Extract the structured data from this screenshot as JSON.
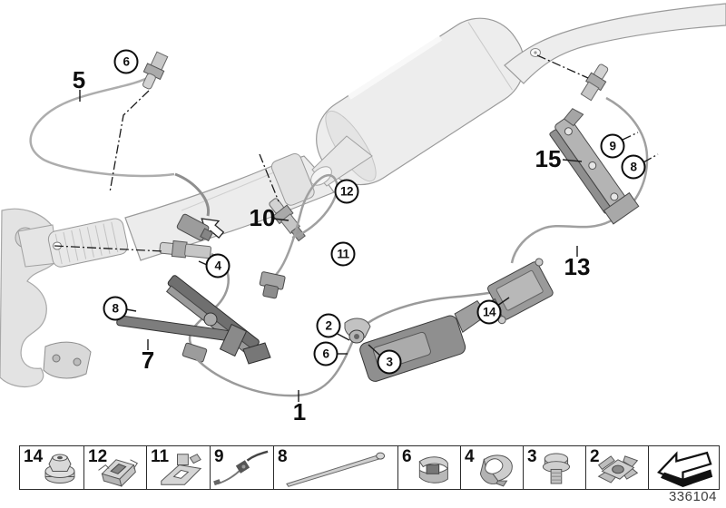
{
  "diagram": {
    "callouts": [
      {
        "label": "5",
        "type": "plain",
        "part": "oxygen-sensor-wire"
      },
      {
        "label": "6",
        "type": "circle",
        "part": "upper-lambda-sensor"
      },
      {
        "label": "10",
        "type": "plain",
        "part": "mid-lambda-sensor"
      },
      {
        "label": "12",
        "type": "circle",
        "part": "mid-sensor-cable"
      },
      {
        "label": "11",
        "type": "circle",
        "part": "mid-sensor-connector"
      },
      {
        "label": "4",
        "type": "circle",
        "part": "front-lambda-sensor"
      },
      {
        "label": "8",
        "type": "circle",
        "part": "front-bracket-screw"
      },
      {
        "label": "7",
        "type": "plain",
        "part": "front-bracket"
      },
      {
        "label": "2",
        "type": "circle",
        "part": "cable-clamp"
      },
      {
        "label": "6",
        "type": "circle",
        "part": "cable-clip"
      },
      {
        "label": "3",
        "type": "circle",
        "part": "clamp-bolt"
      },
      {
        "label": "1",
        "type": "plain",
        "part": "sensor-harness"
      },
      {
        "label": "15",
        "type": "plain",
        "part": "rear-bracket"
      },
      {
        "label": "9",
        "type": "circle",
        "part": "rear-bracket-tie"
      },
      {
        "label": "8",
        "type": "circle",
        "part": "rear-bracket-screw"
      },
      {
        "label": "13",
        "type": "plain",
        "part": "rear-sensor-cable"
      },
      {
        "label": "14",
        "type": "circle",
        "part": "control-module-nut"
      }
    ],
    "footer": {
      "drawing_number": "336104"
    }
  },
  "parts_strip": {
    "items": [
      {
        "number": "14",
        "icon": "flange-nut-icon"
      },
      {
        "number": "12",
        "icon": "cage-clip-icon"
      },
      {
        "number": "11",
        "icon": "bracket-plate-icon"
      },
      {
        "number": "9",
        "icon": "sensor-lead-icon"
      },
      {
        "number": "8",
        "icon": "long-screw-icon"
      },
      {
        "number": "6",
        "icon": "clip-nut-icon"
      },
      {
        "number": "4",
        "icon": "spring-clip-icon"
      },
      {
        "number": "3",
        "icon": "hex-bolt-icon"
      },
      {
        "number": "2",
        "icon": "cage-nut-icon"
      },
      {
        "number": "",
        "icon": "direction-arrow-icon"
      }
    ]
  },
  "colors": {
    "background": "#ffffff",
    "part_fill": "#ececec",
    "part_stroke": "#9a9a9a",
    "dark_part": "#8f8f8f",
    "line": "#1a1a1a"
  }
}
